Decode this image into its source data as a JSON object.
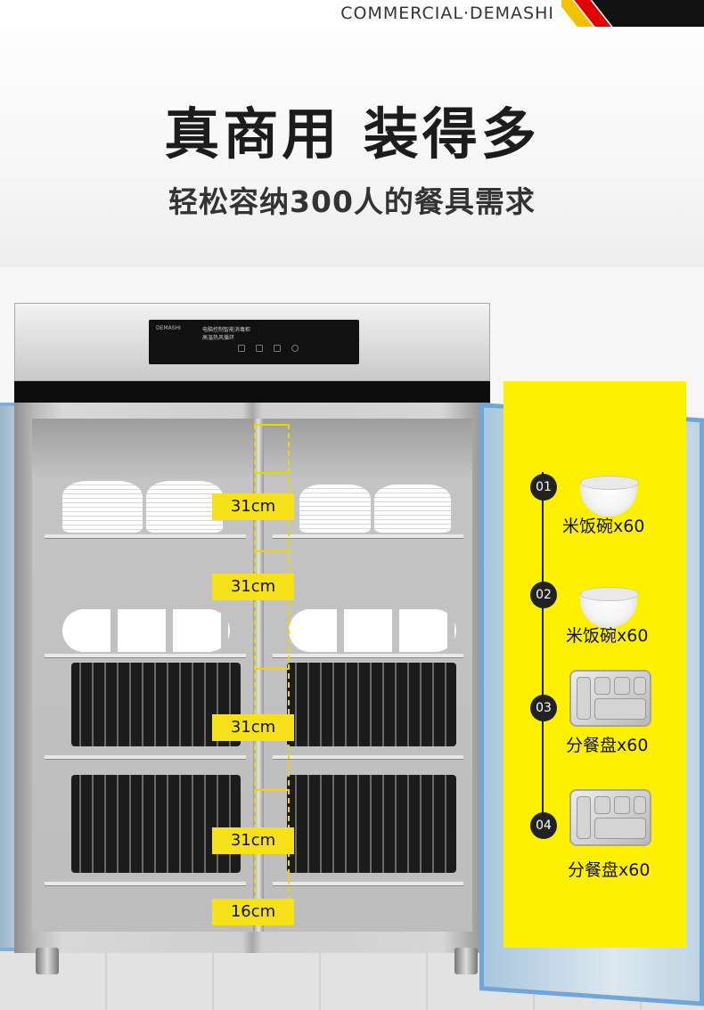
{
  "header": {
    "brand": "COMMERCIAL·DEMASHI",
    "headline": "真商用 装得多",
    "subheadline": "轻松容纳300人的餐具需求"
  },
  "cabinet": {
    "panel_logo": "DEMASHI",
    "panel_text_line1": "电脑控制智能消毒柜",
    "panel_text_line2": "高温热风循环"
  },
  "dimensions": [
    "31cm",
    "31cm",
    "31cm",
    "31cm",
    "16cm"
  ],
  "capacity": {
    "items": [
      {
        "number": "01",
        "label": "米饭碗x60",
        "icon": "rice-bowl-icon"
      },
      {
        "number": "02",
        "label": "米饭碗x60",
        "icon": "rice-bowl-icon"
      },
      {
        "number": "03",
        "label": "分餐盘x60",
        "icon": "divided-tray-icon"
      },
      {
        "number": "04",
        "label": "分餐盘x60",
        "icon": "divided-tray-icon"
      }
    ]
  },
  "colors": {
    "accent_yellow": "#fff000",
    "label_yellow": "#f7e21a",
    "stripe_red": "#e00000",
    "stripe_yellow": "#f2c200"
  }
}
